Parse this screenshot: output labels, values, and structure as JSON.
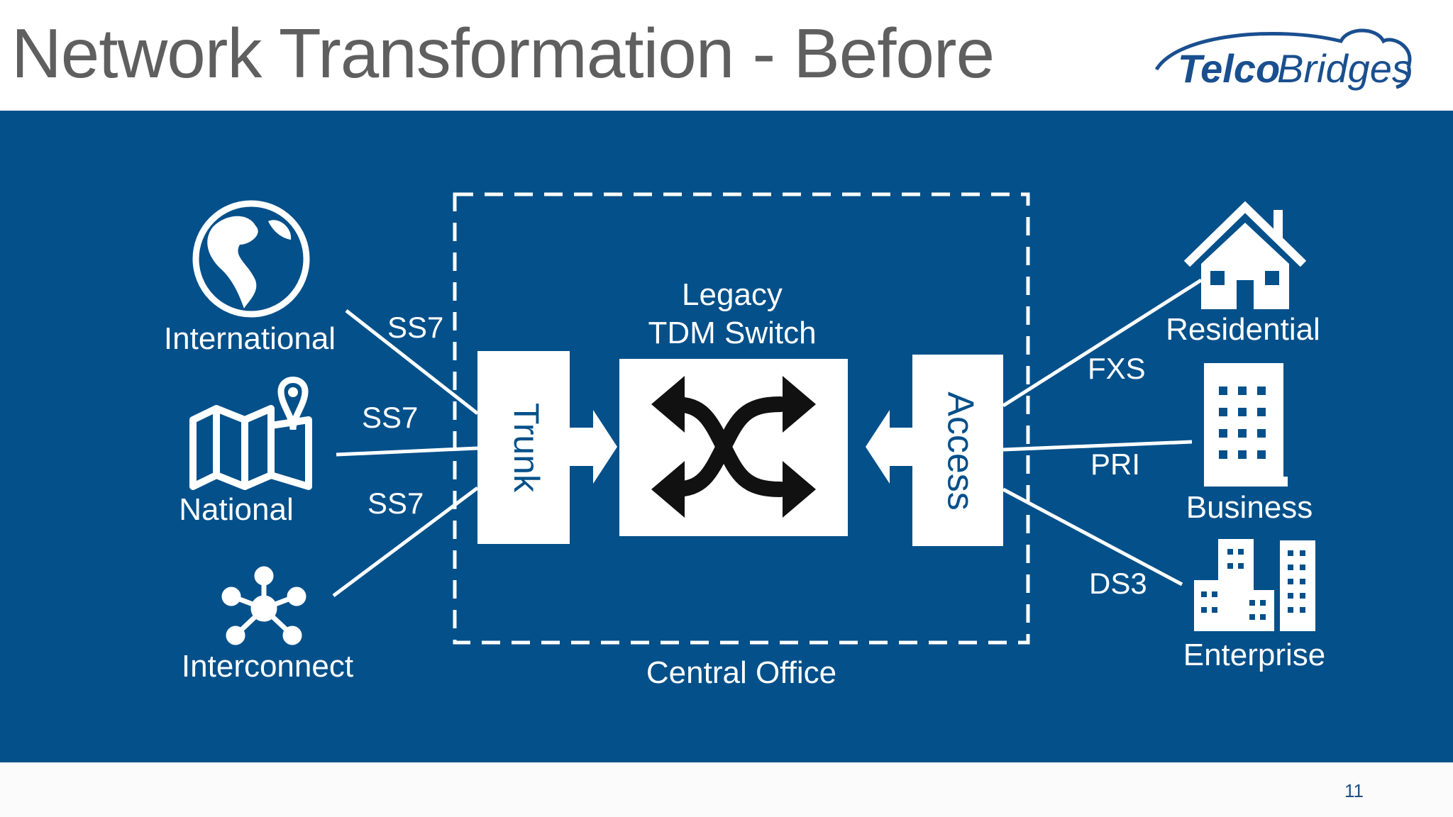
{
  "slide": {
    "title": "Network Transformation - Before",
    "page_number": "11",
    "logo_text": {
      "part1": "Telco",
      "part2": "Bridges"
    }
  },
  "diagram": {
    "central_office": {
      "label": "Central Office",
      "switch_label_line1": "Legacy",
      "switch_label_line2": "TDM Switch",
      "trunk_label": "Trunk",
      "access_label": "Access"
    },
    "left_nodes": [
      {
        "label": "International",
        "icon": "globe-icon",
        "link_label": "SS7"
      },
      {
        "label": "National",
        "icon": "map-pin-icon",
        "link_label": "SS7"
      },
      {
        "label": "Interconnect",
        "icon": "network-hub-icon",
        "link_label": "SS7"
      }
    ],
    "right_nodes": [
      {
        "label": "Residential",
        "icon": "house-icon",
        "link_label": "FXS"
      },
      {
        "label": "Business",
        "icon": "office-building-icon",
        "link_label": "PRI"
      },
      {
        "label": "Enterprise",
        "icon": "city-buildings-icon",
        "link_label": "DS3"
      }
    ]
  },
  "colors": {
    "panel_blue": "#03508a",
    "title_gray": "#5f5f5f",
    "logo_blue": "#1a4f8f"
  }
}
